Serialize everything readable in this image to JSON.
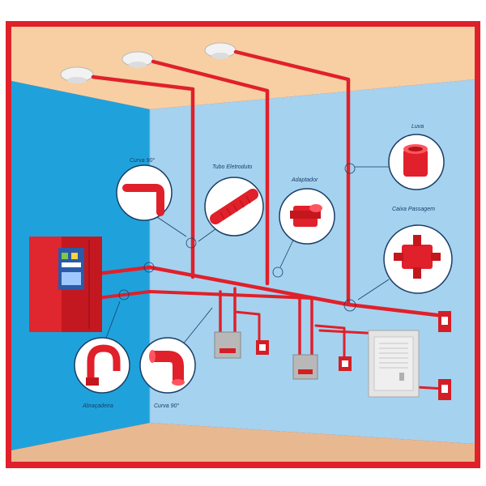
{
  "colors": {
    "frame": "#e0202a",
    "ceiling": "#f7cfa3",
    "wall_left": "#1fa2dc",
    "wall_right": "#a5d2ef",
    "floor": "#e8b990",
    "conduit": "#e0202a",
    "label_text": "#1a3e66"
  },
  "labels": {
    "curva_top": "Curva 90°",
    "tubo": "Tubo Eletroduto",
    "adaptador": "Adaptador",
    "luva": "Luva",
    "caixa": "Caixa Passagem",
    "abracadeira": "Abraçadeira",
    "curva_bottom": "Curva 90°"
  },
  "icons": {
    "smoke_detector": "smoke-detector-icon",
    "control_panel": "fire-alarm-panel-icon",
    "junction_box": "junction-box-icon",
    "alarm_button": "manual-call-point-icon",
    "cabinet": "electrical-cabinet-icon"
  }
}
